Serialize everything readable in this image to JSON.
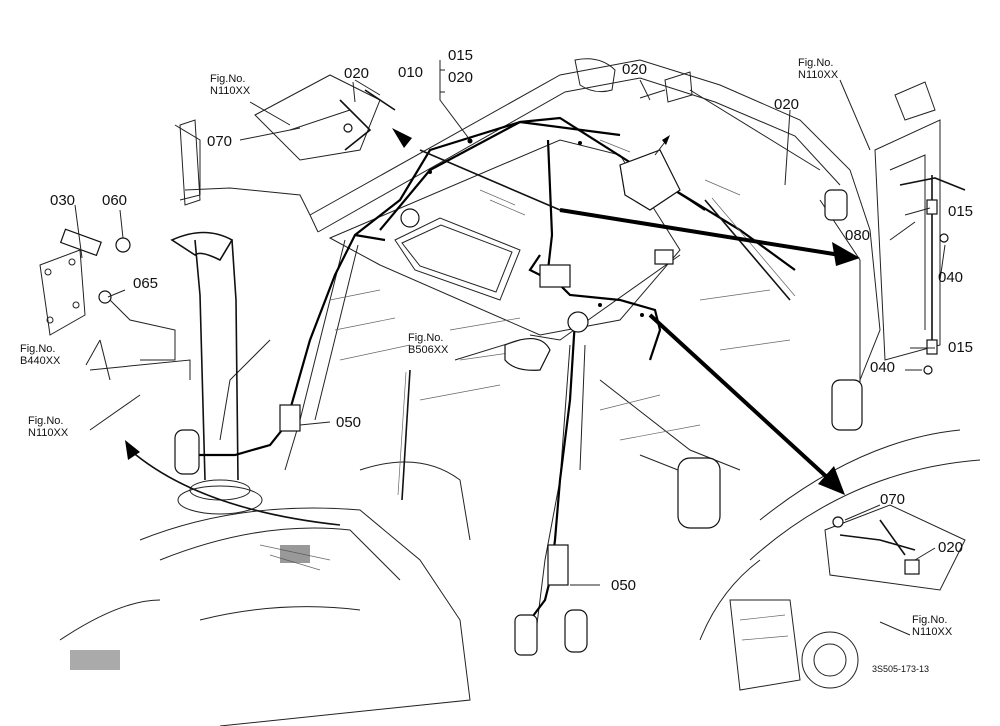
{
  "diagram": {
    "part_labels": {
      "p010": "010",
      "p015_top": "015",
      "p020_top": "020",
      "p020_left": "020",
      "p020_mid": "020",
      "p020_right": "020",
      "p070_left": "070",
      "p030": "030",
      "p060": "060",
      "p065": "065",
      "p050_left": "050",
      "p050_bottom": "050",
      "p015_right_top": "015",
      "p080": "080",
      "p040_mid": "040",
      "p015_right_bottom": "015",
      "p040_bottom": "040",
      "p070_right": "070",
      "p020_lower_right": "020"
    },
    "figure_refs": {
      "top_left": {
        "line1": "Fig.No.",
        "line2": "N110XX"
      },
      "top_right": {
        "line1": "Fig.No.",
        "line2": "N110XX"
      },
      "left_mid": {
        "line1": "Fig.No.",
        "line2": "B440XX"
      },
      "left_low": {
        "line1": "Fig.No.",
        "line2": "N110XX"
      },
      "center": {
        "line1": "Fig.No.",
        "line2": "B506XX"
      },
      "bottom_right": {
        "line1": "Fig.No.",
        "line2": "N110XX"
      }
    },
    "drawing_code": "3S505-173-13"
  }
}
